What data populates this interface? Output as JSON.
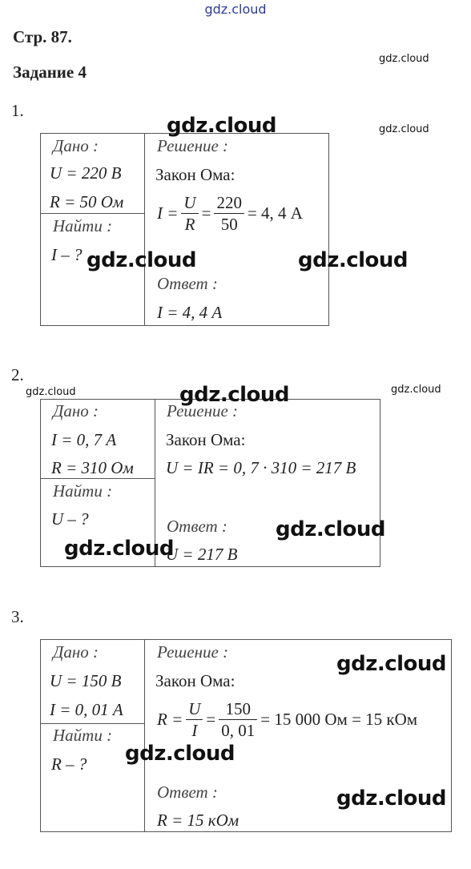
{
  "watermark": "gdz.cloud",
  "page_ref": "Стр. 87.",
  "task_title": "Задание 4",
  "problems": [
    {
      "number": "1.",
      "given_label": "Дано :",
      "given": [
        "U = 220 В",
        "R = 50 Ом"
      ],
      "find_label": "Найти :",
      "find": "I – ?",
      "solution_label": "Решение :",
      "law": "Закон Ома:",
      "formula_lhs": "I =",
      "frac1_num": "U",
      "frac1_den": "R",
      "frac2_num": "220",
      "frac2_den": "50",
      "formula_result": "= 4, 4 А",
      "answer_label": "Ответ :",
      "answer": "I = 4, 4 А"
    },
    {
      "number": "2.",
      "given_label": "Дано :",
      "given": [
        "I = 0, 7 А",
        "R = 310 Ом"
      ],
      "find_label": "Найти :",
      "find": "U – ?",
      "solution_label": "Решение :",
      "law": "Закон Ома:",
      "formula": "U = IR = 0, 7 · 310 = 217 В",
      "answer_label": "Ответ :",
      "answer": "U = 217 В"
    },
    {
      "number": "3.",
      "given_label": "Дано :",
      "given": [
        "U = 150 В",
        "I = 0, 01 А"
      ],
      "find_label": "Найти :",
      "find": "R – ?",
      "solution_label": "Решение :",
      "law": "Закон Ома:",
      "formula_lhs": "R =",
      "frac1_num": "U",
      "frac1_den": "I",
      "frac2_num": "150",
      "frac2_den": "0, 01",
      "formula_result": "= 15 000 Ом = 15 кОм",
      "answer_label": "Ответ :",
      "answer": "R = 15 кОм"
    }
  ]
}
